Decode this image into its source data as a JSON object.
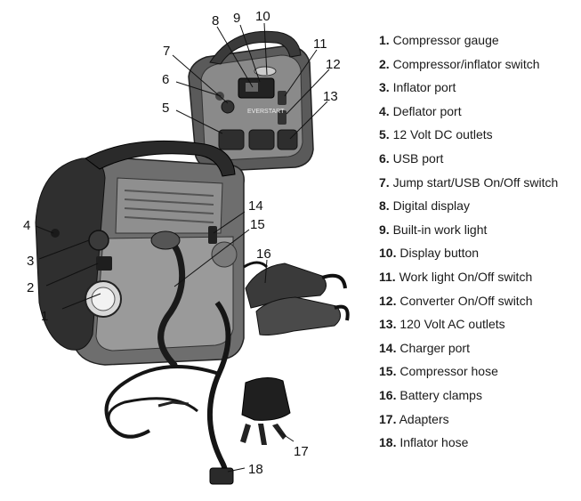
{
  "legend": [
    {
      "num": "1.",
      "label": "Compressor gauge"
    },
    {
      "num": "2.",
      "label": "Compressor/inflator switch"
    },
    {
      "num": "3.",
      "label": "Inflator port"
    },
    {
      "num": "4.",
      "label": "Deflator port"
    },
    {
      "num": "5.",
      "label": "12 Volt DC outlets"
    },
    {
      "num": "6.",
      "label": "USB port"
    },
    {
      "num": "7.",
      "label": "Jump start/USB On/Off switch"
    },
    {
      "num": "8.",
      "label": "Digital display"
    },
    {
      "num": "9.",
      "label": "Built-in work light"
    },
    {
      "num": "10.",
      "label": "Display button"
    },
    {
      "num": "11.",
      "label": "Work light On/Off switch"
    },
    {
      "num": "12.",
      "label": "Converter On/Off switch"
    },
    {
      "num": "13.",
      "label": "120 Volt AC outlets"
    },
    {
      "num": "14.",
      "label": "Charger port"
    },
    {
      "num": "15.",
      "label": "Compressor hose"
    },
    {
      "num": "16.",
      "label": "Battery clamps"
    },
    {
      "num": "17.",
      "label": "Adapters"
    },
    {
      "num": "18.",
      "label": "Inflator hose"
    }
  ],
  "callouts": {
    "c1": "1",
    "c2": "2",
    "c3": "3",
    "c4": "4",
    "c5": "5",
    "c6": "6",
    "c7": "7",
    "c8": "8",
    "c9": "9",
    "c10": "10",
    "c11": "11",
    "c12": "12",
    "c13": "13",
    "c14": "14",
    "c15": "15",
    "c16": "16",
    "c17": "17",
    "c18": "18"
  },
  "device": {
    "brand_mark": "EVERSTART"
  }
}
